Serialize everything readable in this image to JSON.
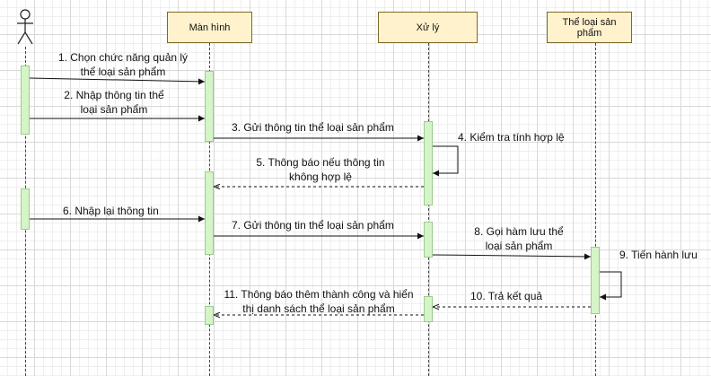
{
  "diagram": {
    "participants": [
      {
        "id": "actor",
        "label": ""
      },
      {
        "id": "screen",
        "label": "Màn hình"
      },
      {
        "id": "processing",
        "label": "Xử lý"
      },
      {
        "id": "category",
        "label": "Thể loại sản phẩm"
      }
    ],
    "messages": [
      {
        "label": "1. Chọn chức năng quản lý thể loại sản phẩm",
        "style": "solid"
      },
      {
        "label": "2. Nhập thông tin thể loại sản phẩm",
        "style": "solid"
      },
      {
        "label": "3. Gửi thông tin thể loại sản phẩm",
        "style": "solid"
      },
      {
        "label": "4. Kiểm tra tính hợp lệ",
        "style": "self"
      },
      {
        "label": "5. Thông báo nếu thông tin không hợp lệ",
        "style": "dashed"
      },
      {
        "label": "6. Nhập lại thông tin",
        "style": "solid"
      },
      {
        "label": "7. Gửi thông tin thể loại sản phẩm",
        "style": "solid"
      },
      {
        "label": "8. Gọi hàm lưu thể loại sản phẩm",
        "style": "solid"
      },
      {
        "label": "9. Tiến hành lưu",
        "style": "self"
      },
      {
        "label": "10. Trả kết quả",
        "style": "dashed"
      },
      {
        "label": "11. Thông báo thêm thành công và hiển thị danh sách thể loại sản phẩm",
        "style": "dashed"
      }
    ]
  }
}
